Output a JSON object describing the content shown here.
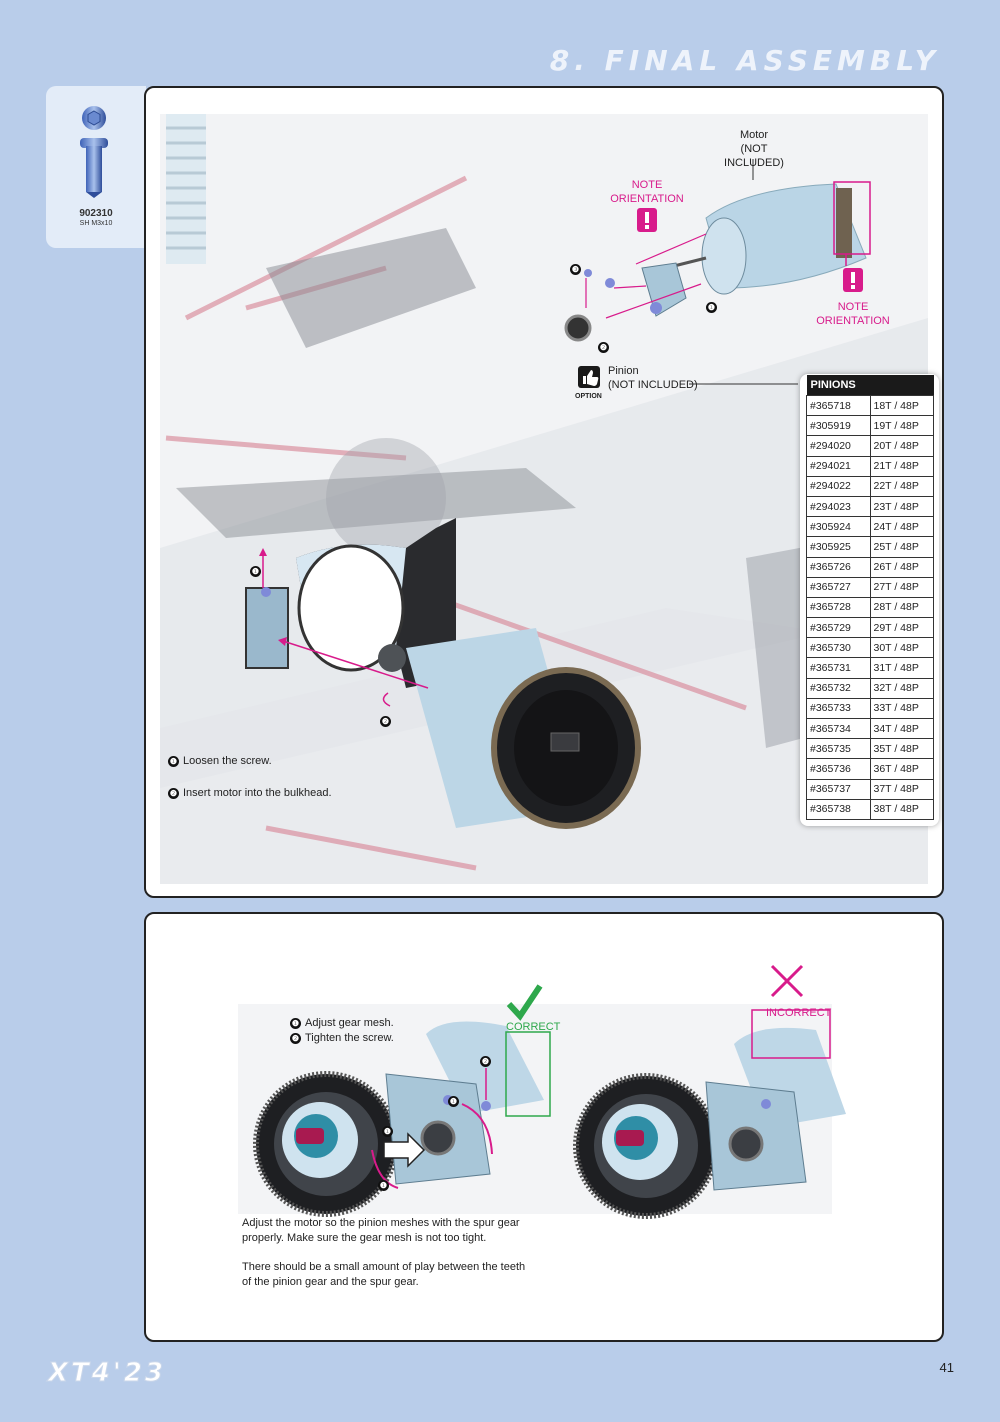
{
  "header": {
    "section_title": "8. FINAL ASSEMBLY"
  },
  "hardware": {
    "part_code": "902310",
    "description": "SH M3x10"
  },
  "step1": {
    "motor_label_line1": "Motor",
    "motor_label_line2": "(NOT INCLUDED)",
    "note_orientation_1_line1": "NOTE",
    "note_orientation_1_line2": "ORIENTATION",
    "note_orientation_2_line1": "NOTE",
    "note_orientation_2_line2": "ORIENTATION",
    "pinion_label_line1": "Pinion",
    "pinion_label_line2": "(NOT INCLUDED)",
    "option_label": "OPTION",
    "callout_1": "❶",
    "callout_2": "❷",
    "callout_3": "❸",
    "instruction_1": "Loosen the screw.",
    "instruction_2": "Insert motor into the bulkhead.",
    "pinions_table": {
      "header": "PINIONS",
      "rows": [
        [
          "#365718",
          "18T / 48P"
        ],
        [
          "#305919",
          "19T / 48P"
        ],
        [
          "#294020",
          "20T / 48P"
        ],
        [
          "#294021",
          "21T / 48P"
        ],
        [
          "#294022",
          "22T / 48P"
        ],
        [
          "#294023",
          "23T / 48P"
        ],
        [
          "#305924",
          "24T / 48P"
        ],
        [
          "#305925",
          "25T / 48P"
        ],
        [
          "#365726",
          "26T / 48P"
        ],
        [
          "#365727",
          "27T / 48P"
        ],
        [
          "#365728",
          "28T / 48P"
        ],
        [
          "#365729",
          "29T / 48P"
        ],
        [
          "#365730",
          "30T / 48P"
        ],
        [
          "#365731",
          "31T / 48P"
        ],
        [
          "#365732",
          "32T / 48P"
        ],
        [
          "#365733",
          "33T / 48P"
        ],
        [
          "#365734",
          "34T / 48P"
        ],
        [
          "#365735",
          "35T / 48P"
        ],
        [
          "#365736",
          "36T / 48P"
        ],
        [
          "#365737",
          "37T / 48P"
        ],
        [
          "#365738",
          "38T / 48P"
        ]
      ]
    }
  },
  "step2": {
    "instruction_1": "Adjust gear mesh.",
    "instruction_2": "Tighten the screw.",
    "correct_label": "CORRECT",
    "incorrect_label": "INCORRECT",
    "paragraph_1": "Adjust the motor so the pinion meshes with the spur gear properly. Make sure the gear mesh is not too tight.",
    "paragraph_2": "There should be a small amount of play between the teeth of the pinion gear and the spur gear."
  },
  "footer": {
    "logo_text": "XT4'23",
    "page_number": "41"
  }
}
